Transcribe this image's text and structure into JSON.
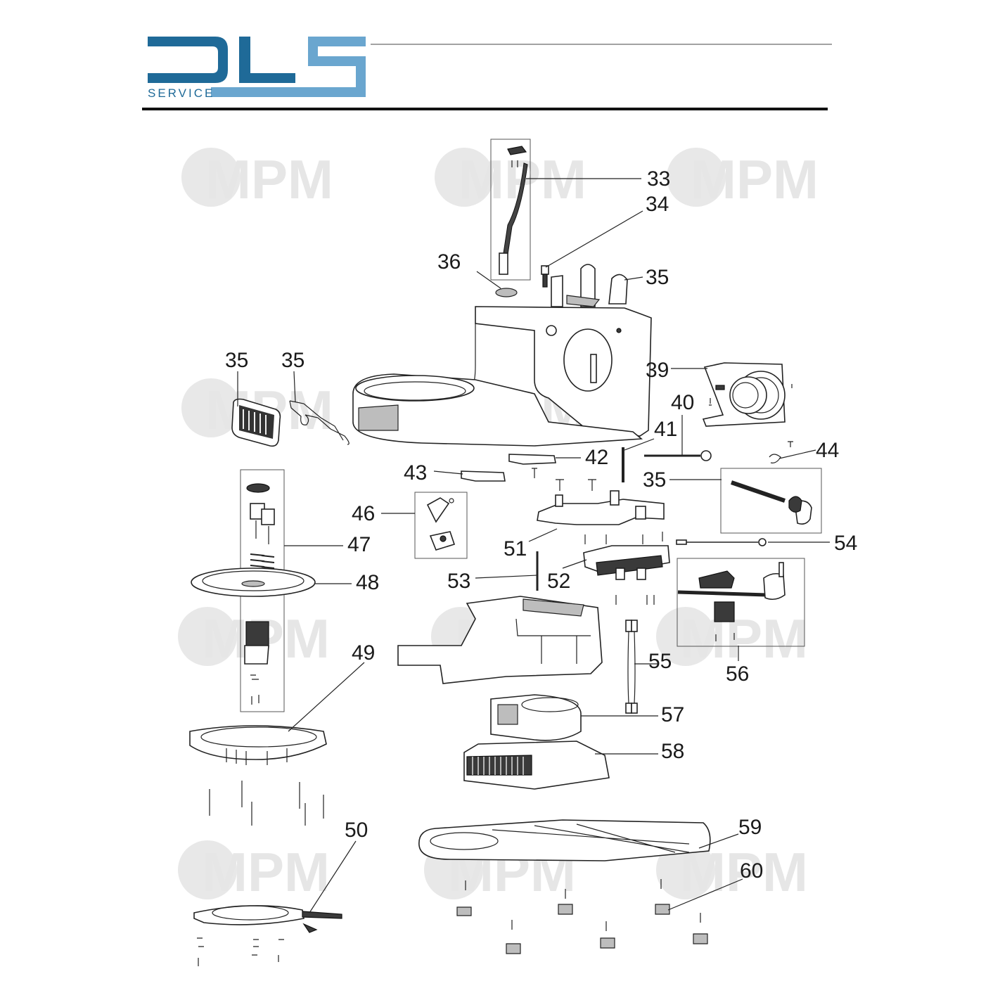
{
  "brand": {
    "logo_letters": "DLS",
    "subtitle": "SERVICE",
    "colors": {
      "dark": "#1f6a98",
      "light": "#6aa6cf"
    }
  },
  "watermark": {
    "text": "MPM"
  },
  "callouts": {
    "c33": "33",
    "c34": "34",
    "c35a": "35",
    "c36": "36",
    "c35b": "35",
    "c35c": "35",
    "c39": "39",
    "c40": "40",
    "c41": "41",
    "c42": "42",
    "c43": "43",
    "c44": "44",
    "c35d": "35",
    "c46": "46",
    "c47": "47",
    "c48": "48",
    "c51": "51",
    "c52": "52",
    "c53": "53",
    "c54": "54",
    "c49": "49",
    "c55": "55",
    "c56": "56",
    "c57": "57",
    "c58": "58",
    "c50": "50",
    "c59": "59",
    "c60": "60"
  }
}
